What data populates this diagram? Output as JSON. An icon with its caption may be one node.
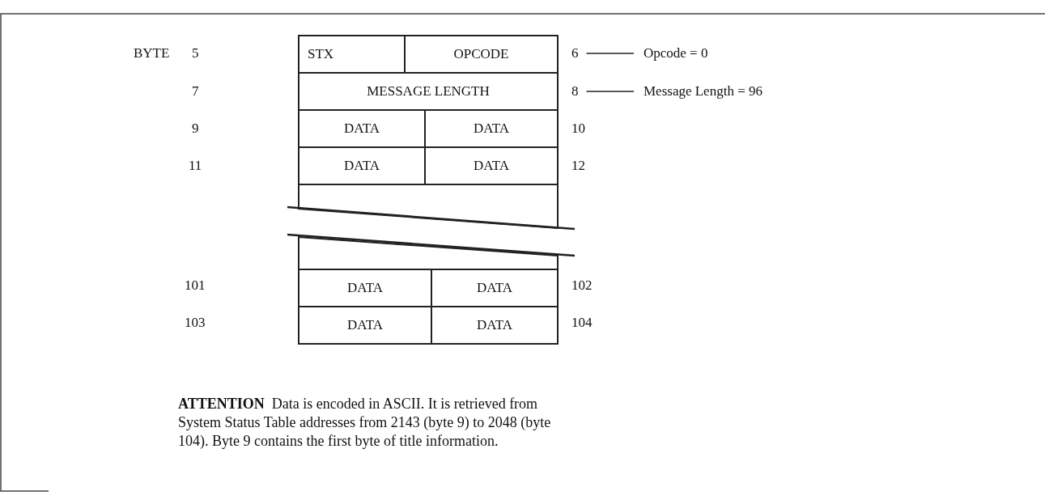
{
  "diagram": {
    "nodes": [
      {
        "text": [
          "STX"
        ]
      },
      {
        "text": [
          "OPCODE"
        ]
      },
      {
        "text": [
          "MESSAGE LENGTH"
        ]
      },
      {
        "text": [
          "DATA"
        ]
      },
      {
        "text": [
          "DATA"
        ]
      },
      {
        "text": [
          "DATA"
        ]
      },
      {
        "text": [
          "DATA"
        ]
      },
      {
        "text": [],
        "shape": "box"
      },
      {
        "text": [],
        "shape": "box"
      },
      {
        "text": [
          "DATA"
        ]
      },
      {
        "text": [
          "DATA"
        ]
      },
      {
        "text": [
          "DATA"
        ]
      },
      {
        "text": [
          "DATA"
        ]
      },
      {
        "text": [
          "6"
        ]
      },
      {
        "text": [
          "Opcode = 0"
        ]
      },
      {
        "text": [
          "8"
        ]
      },
      {
        "text": [
          "Message Length = 96"
        ]
      }
    ],
    "edges": [
      {
        "from": 13,
        "to": 14,
        "arrow": "none"
      },
      {
        "from": 15,
        "to": 16,
        "arrow": "none"
      }
    ],
    "labels": [
      "BYTE",
      "5",
      "7",
      "9",
      "10",
      "11",
      "12",
      "101",
      "102",
      "103",
      "104",
      "**ATTENTION**  Data is encoded in ASCII. It is retrieved from System Status Table addresses from 2143 (byte 9) to 2048 (byte 104). Byte 9 contains the first byte of title information."
    ]
  }
}
